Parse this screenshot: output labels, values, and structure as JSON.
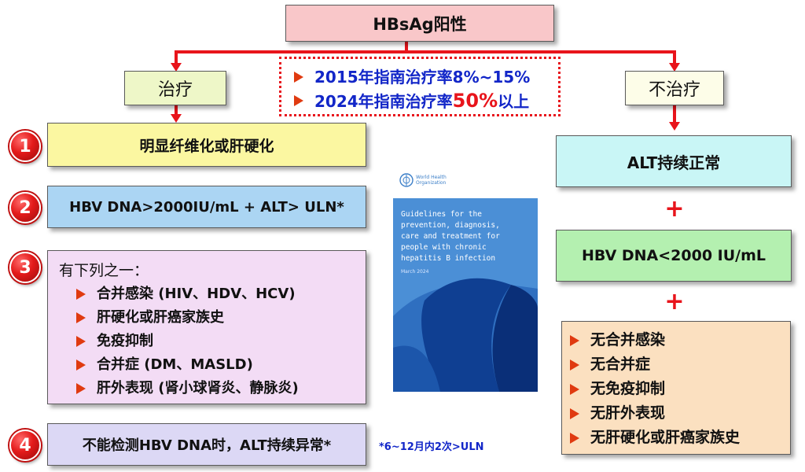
{
  "root": {
    "label": "HBsAg阳性"
  },
  "branches": {
    "treat_label": "治疗",
    "notreat_label": "不治疗"
  },
  "rates": {
    "line1": "2015年指南治疗率8%~15%",
    "line2_prefix": "2024年指南治疗率",
    "line2_highlight": "50%",
    "line2_suffix": "以上"
  },
  "criteria": [
    {
      "num": "1",
      "text": "明显纤维化或肝硬化"
    },
    {
      "num": "2",
      "text": "HBV DNA>2000IU/mL +  ALT> ULN*"
    },
    {
      "num": "3",
      "heading": "有下列之一：",
      "items": [
        "合并感染 (HIV、HDV、HCV)",
        "肝硬化或肝癌家族史",
        "免疫抑制",
        "合并症 (DM、MASLD)",
        "肝外表现 (肾小球肾炎、静脉炎)"
      ]
    },
    {
      "num": "4",
      "text": "不能检测HBV DNA时，ALT持续异常*"
    }
  ],
  "footnote": "*6~12月内2次>ULN",
  "no_treat": {
    "alt": "ALT持续正常",
    "plus": "+",
    "dna": "HBV DNA<2000 IU/mL",
    "conditions": [
      "无合并感染",
      "无合并症",
      "无免疫抑制",
      "无肝外表现",
      "无肝硬化或肝癌家族史"
    ]
  },
  "cover": {
    "org_line1": "World Health",
    "org_line2": "Organization",
    "title": "Guidelines for the prevention, diagnosis, care and treatment for people with chronic hepatitis B infection",
    "date": "March 2024"
  },
  "colors": {
    "red": "#e8141b",
    "blue_text": "#1226c8",
    "root_bg": "#f9c7c9",
    "yellow": "#fbf7a1",
    "light_green": "#eef7c8",
    "light_blue": "#abd5f3",
    "lavender": "#f3dcf5",
    "cyan": "#c9f6f6",
    "green": "#b4f0b0",
    "peach": "#fbe0c0",
    "cover_blue": "#4b8fd6"
  }
}
